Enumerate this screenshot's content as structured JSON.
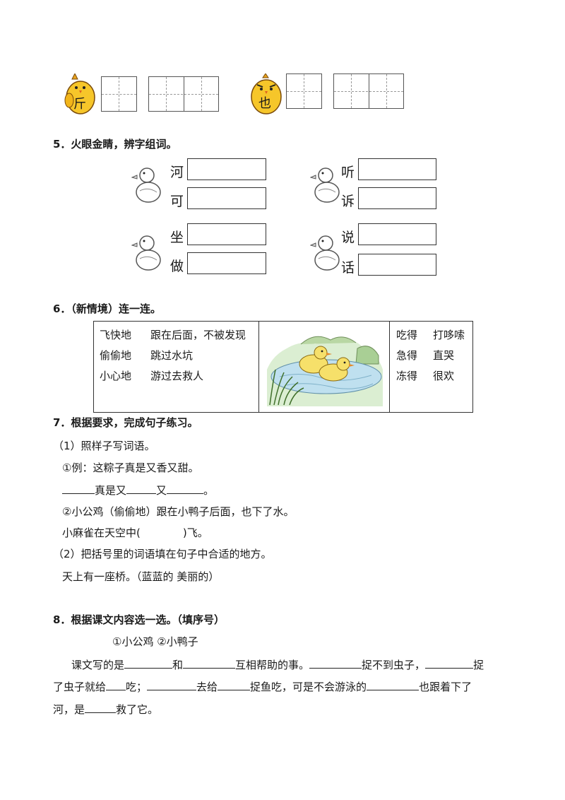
{
  "q4": {
    "chick1_char": "斤",
    "chick2_char": "也"
  },
  "q5": {
    "heading": "5．火眼金睛，辨字组词。",
    "pairs": [
      {
        "top": "河",
        "bottom": "可"
      },
      {
        "top": "听",
        "bottom": "诉"
      },
      {
        "top": "坐",
        "bottom": "做"
      },
      {
        "top": "说",
        "bottom": "话"
      }
    ]
  },
  "q6": {
    "heading": "6．（新情境）连一连。",
    "left_adverbs": [
      "飞快地",
      "偷偷地",
      "小心地"
    ],
    "left_actions": [
      "跟在后面，不被发现",
      "跳过水坑",
      "游过去救人"
    ],
    "right_verbs": [
      "吃得",
      "急得",
      "冻得"
    ],
    "right_results": [
      "打哆嗦",
      "直哭",
      "很欢"
    ]
  },
  "q7": {
    "heading": "7．根据要求，完成句子练习。",
    "sub1": "（1）照样子写词语。",
    "example1": "①例：这粽子真是又香又甜。",
    "fill1_a": "真是又",
    "fill1_b": "又",
    "fill1_end": "。",
    "example2": "②小公鸡（偷偷地）跟在小鸭子后面，也下了水。",
    "fill2_start": "小麻雀在天空中(",
    "fill2_end": ")飞。",
    "sub2": "（2）把括号里的词语填在句子中合适的地方。",
    "sentence": "天上有一座桥。（蓝蓝的  美丽的）"
  },
  "q8": {
    "heading": "8．根据课文内容选一选。（填序号）",
    "options": "①小公鸡   ②小鸭子",
    "line1_a": "课文写的是",
    "line1_b": "和",
    "line1_c": "互相帮助的事。",
    "line1_d": "捉不到虫子，",
    "line1_e": "捉",
    "line2_a": "了虫子就给",
    "line2_b": "吃；",
    "line2_c": "去给",
    "line2_d": "捉鱼吃，可是不会游泳的",
    "line2_e": "也跟着下了",
    "line3_a": "河，是",
    "line3_b": "救了它。"
  }
}
